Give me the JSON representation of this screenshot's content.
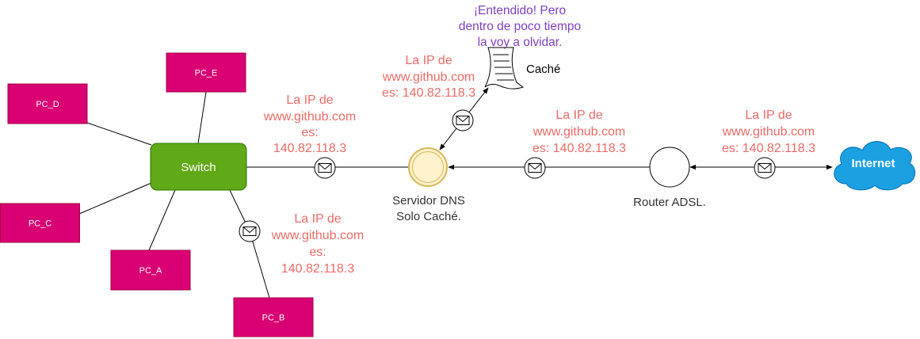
{
  "colors": {
    "pc_fill": "#d80073",
    "switch_fill": "#60a917",
    "internet_fill": "#1ba1e2",
    "dns_fill": "#fff2cc",
    "message_text": "#ea6b66",
    "speech_text": "#7f3fbf"
  },
  "nodes": {
    "pc_e": "PC_E",
    "pc_d": "PC_D",
    "pc_c": "PC_C",
    "pc_a": "PC_A",
    "pc_b": "PC_B",
    "switch": "Switch",
    "dns_server": [
      "Servidor DNS",
      "Solo Caché."
    ],
    "router": "Router ADSL.",
    "internet": "Internet",
    "cache": "Caché"
  },
  "messages": {
    "dns_to_cache": [
      "La IP de",
      "www.github.com",
      "es: 140.82.118.3"
    ],
    "dns_to_switch": [
      "La IP de",
      "www.github.com",
      "es:",
      "140.82.118.3"
    ],
    "router_to_dns": [
      "La IP de",
      "www.github.com",
      "es: 140.82.118.3"
    ],
    "internet_to_router": [
      "La IP de",
      "www.github.com",
      "es: 140.82.118.3"
    ],
    "switch_to_pc_b": [
      "La IP de",
      "www.github.com",
      "es:",
      "140.82.118.3"
    ]
  },
  "cache_speech": [
    "¡Entendido! Pero",
    "dentro de poco tiempo",
    "la voy a olvidar."
  ]
}
